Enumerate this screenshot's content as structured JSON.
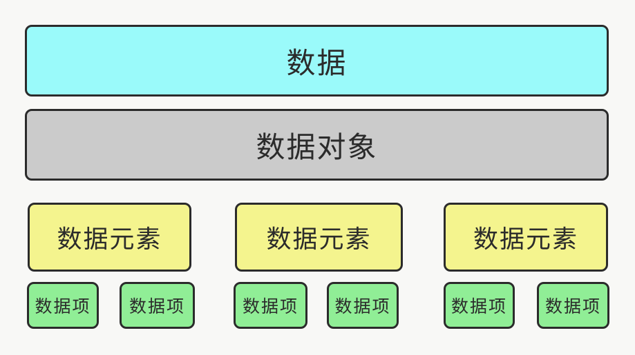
{
  "diagram": {
    "background_color": "#f8f8f6",
    "border_color": "#2b2b2b",
    "levels": {
      "data": {
        "label": "数据",
        "color": "#9afafa"
      },
      "data_object": {
        "label": "数据对象",
        "color": "#cbcbcb"
      },
      "data_elements": [
        {
          "label": "数据元素"
        },
        {
          "label": "数据元素"
        },
        {
          "label": "数据元素"
        }
      ],
      "data_items": [
        {
          "label": "数据项"
        },
        {
          "label": "数据项"
        },
        {
          "label": "数据项"
        },
        {
          "label": "数据项"
        },
        {
          "label": "数据项"
        },
        {
          "label": "数据项"
        }
      ]
    },
    "element_color": "#f4f48e",
    "item_color": "#90ee96"
  }
}
